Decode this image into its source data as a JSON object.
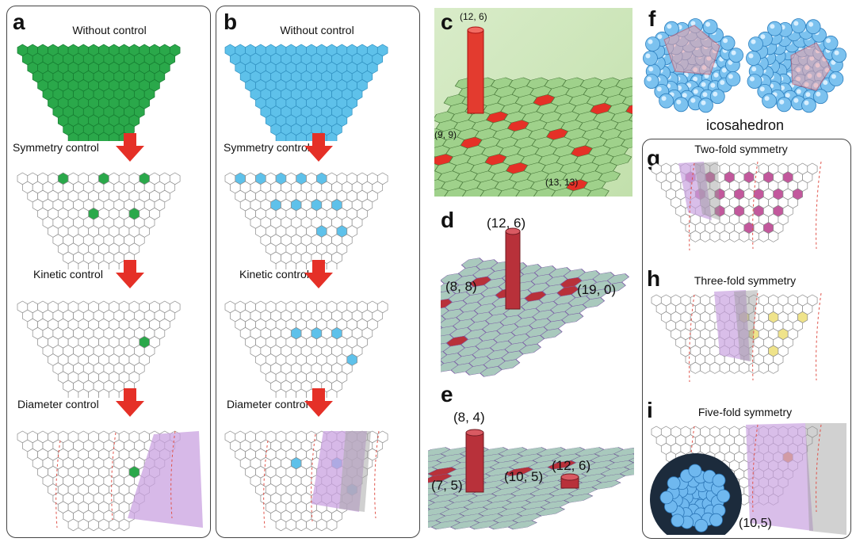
{
  "panels": {
    "a": {
      "letter": "a",
      "without": "Without control",
      "symmetry": "Symmetry control",
      "kinetic": "Kinetic control",
      "diameter": "Diameter control"
    },
    "b": {
      "letter": "b",
      "without": "Without control",
      "symmetry": "Symmetry control",
      "kinetic": "Kinetic control",
      "diameter": "Diameter control"
    },
    "c": {
      "letter": "c",
      "labels": [
        "(12, 6)",
        "(9, 9)",
        "(13, 13)"
      ]
    },
    "d": {
      "letter": "d",
      "labels": [
        "(12, 6)",
        "(8, 8)",
        "(19, 0)"
      ]
    },
    "e": {
      "letter": "e",
      "labels": [
        "(8, 4)",
        "(7, 5)",
        "(10, 5)",
        "(12, 6)"
      ]
    },
    "f": {
      "letter": "f",
      "caption": "icosahedron"
    },
    "g": {
      "letter": "g",
      "title": "Two-fold symmetry"
    },
    "h": {
      "letter": "h",
      "title": "Three-fold symmetry"
    },
    "i": {
      "letter": "i",
      "title": "Five-fold symmetry",
      "label": "(10,5)"
    }
  },
  "colors": {
    "green": "#2aa84a",
    "blue": "#5ec1ea",
    "red": "#e53027",
    "purple": "#c9a2e0",
    "pink": "#c2589c",
    "yellow": "#efe38a",
    "orange": "#e8891c"
  }
}
